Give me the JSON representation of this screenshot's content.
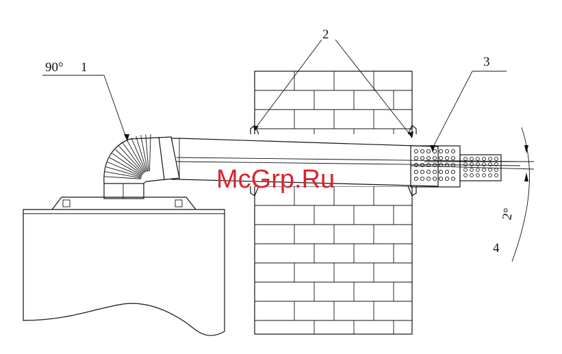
{
  "labels": {
    "angle_90": "90°",
    "part_1": "1",
    "part_2": "2",
    "part_3": "3",
    "part_4": "4",
    "slope": "2°"
  },
  "watermark": "McGrp.Ru",
  "colors": {
    "line": "#111111",
    "watermark": "#d9252a",
    "background": "#ffffff"
  }
}
